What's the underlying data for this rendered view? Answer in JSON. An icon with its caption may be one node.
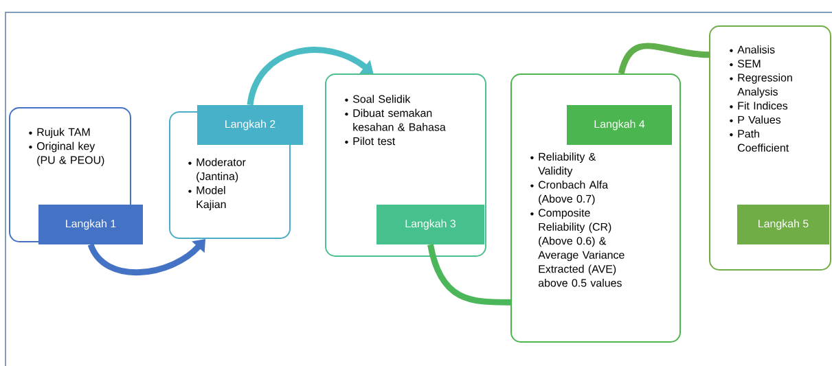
{
  "diagram": {
    "nodes": [
      {
        "text": [
          "Rujuk TAM",
          "Original key (PU & PEOU)"
        ]
      },
      {
        "text": [
          "Langkah 1"
        ]
      },
      {
        "text": [
          "Moderator (Jantina)",
          "Model Kajian"
        ]
      },
      {
        "text": [
          "Langkah 2"
        ]
      },
      {
        "text": [
          "Soal Selidik",
          "Dibuat semakan kesahan & Bahasa",
          "Pilot test"
        ]
      },
      {
        "text": [
          "Langkah 3"
        ],
        "in": 4
      },
      {
        "text": [
          "Reliability & Validity",
          "Cronbach Alfa (Above 0.7)",
          "Composite Reliability (CR) (Above 0.6) & Average Variance Extracted (AVE) above 0.5 values"
        ]
      },
      {
        "text": [
          "Langkah 4"
        ],
        "in": 6
      },
      {
        "text": [
          "Analisis",
          "SEM",
          "Regression Analysis",
          "Fit Indices",
          "P Values",
          "Path Coefficient"
        ]
      },
      {
        "text": [
          "Langkah 5"
        ],
        "in": 8
      }
    ],
    "edges": [
      {
        "from": 1,
        "to": 2,
        "arrow": "to",
        "color": "#4472c4"
      },
      {
        "from": 3,
        "to": 4,
        "arrow": "to",
        "color": "#4bbcc4"
      },
      {
        "from": 5,
        "to": 6,
        "arrow": "none",
        "color": "#4cb65a"
      },
      {
        "from": 6,
        "to": 8,
        "arrow": "none",
        "color": "#5fb04c"
      }
    ]
  }
}
